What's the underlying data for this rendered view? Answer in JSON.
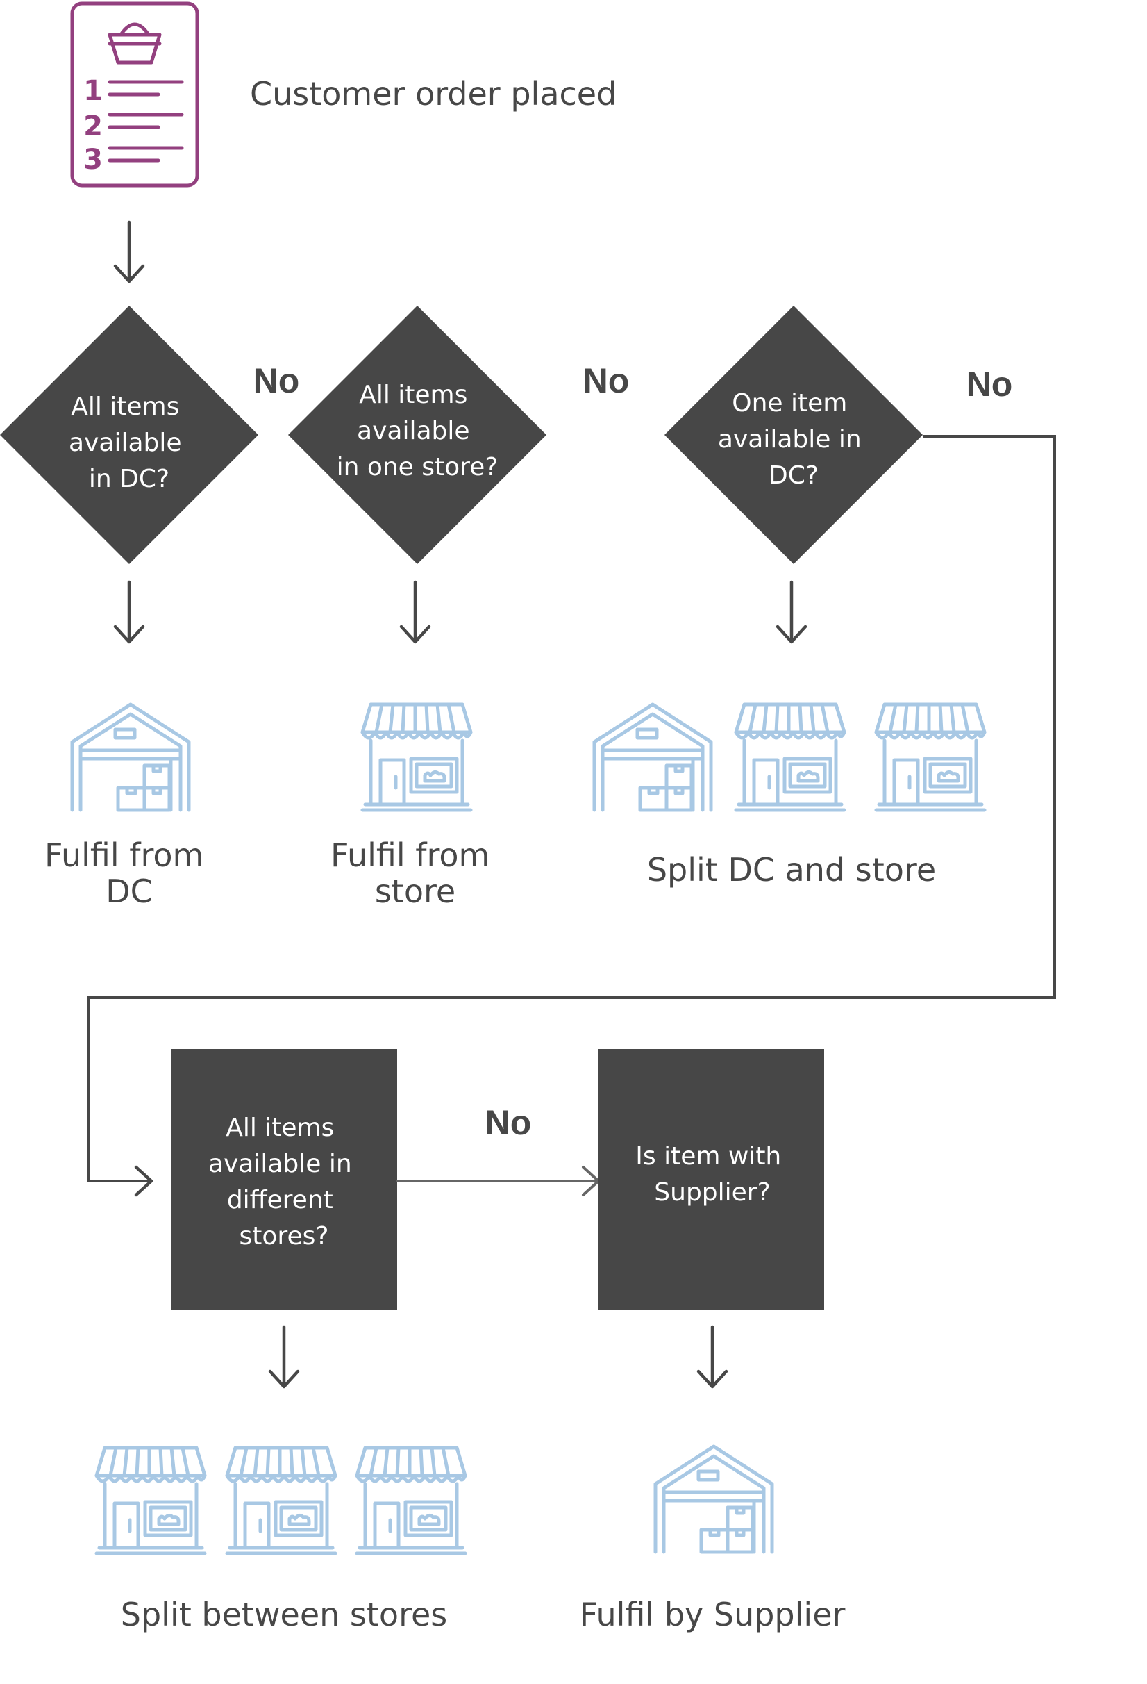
{
  "start": {
    "label": "Customer order placed",
    "icon": "order-list-icon"
  },
  "order_icon_numbers": [
    "1",
    "2",
    "3"
  ],
  "decisions": [
    {
      "lines": [
        "All items",
        "available",
        "in DC?"
      ]
    },
    {
      "lines": [
        "All items",
        "available",
        "in one store?"
      ]
    },
    {
      "lines": [
        "One item",
        "available in",
        "DC?"
      ]
    },
    {
      "lines": [
        "All items",
        "available in",
        "different",
        "stores?"
      ]
    },
    {
      "lines": [
        "Is item with",
        "Supplier?"
      ]
    }
  ],
  "no_labels": [
    "No",
    "No",
    "No",
    "No"
  ],
  "outcomes": [
    {
      "lines": [
        "Fulfil from",
        "DC"
      ],
      "icon": "warehouse-icon"
    },
    {
      "lines": [
        "Fulfil from",
        "store"
      ],
      "icon": "store-icon"
    },
    {
      "lines": [
        "Split DC and store"
      ],
      "icon": "warehouse-and-stores-icon"
    },
    {
      "lines": [
        "Split between stores"
      ],
      "icon": "three-stores-icon"
    },
    {
      "lines": [
        "Fulfil by Supplier"
      ],
      "icon": "warehouse-icon"
    }
  ],
  "colors": {
    "node_fill": "#474747",
    "icon_stroke": "#a8c8e4",
    "order_icon": "#93407f",
    "node_text": "#ffffff"
  }
}
